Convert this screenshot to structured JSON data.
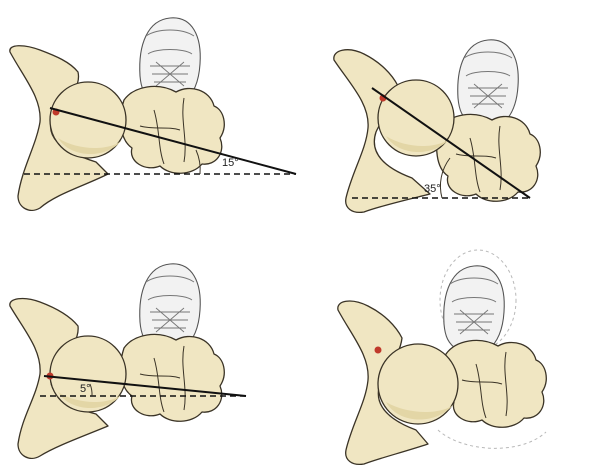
{
  "panels": [
    {
      "id": "top-left",
      "angle_label": "15°",
      "angle_deg": 15
    },
    {
      "id": "top-right",
      "angle_label": "35°",
      "angle_deg": 35
    },
    {
      "id": "bottom-left",
      "angle_label": "5°",
      "angle_deg": 5
    },
    {
      "id": "bottom-right",
      "angle_label": "",
      "angle_deg": null
    }
  ],
  "colors": {
    "bone_fill": "#f0e6c2",
    "outline": "#3a3326",
    "shoe": "#f2f2f2",
    "marker": "#c0392b",
    "line": "#111111"
  },
  "icons": [
    "pelvis-illustration",
    "femoral-head",
    "shoe-illustration",
    "center-marker"
  ]
}
